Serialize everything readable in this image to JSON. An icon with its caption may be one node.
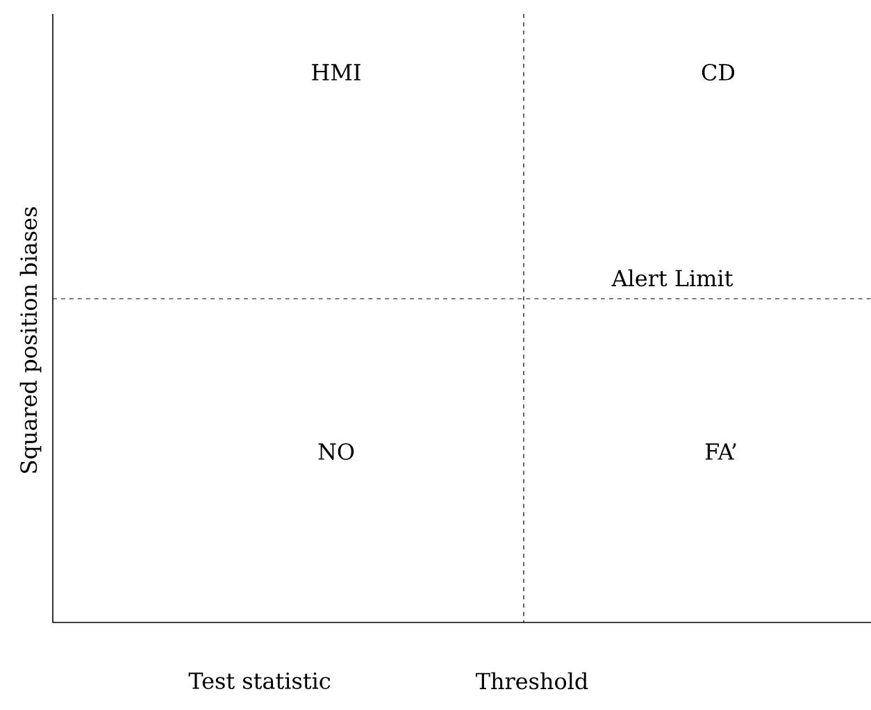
{
  "diagram": {
    "labels": [
      "HMI",
      "CD",
      "Alert Limit",
      "NO",
      "FA’",
      "Squared position biases",
      "Test statistic",
      "Threshold"
    ]
  }
}
